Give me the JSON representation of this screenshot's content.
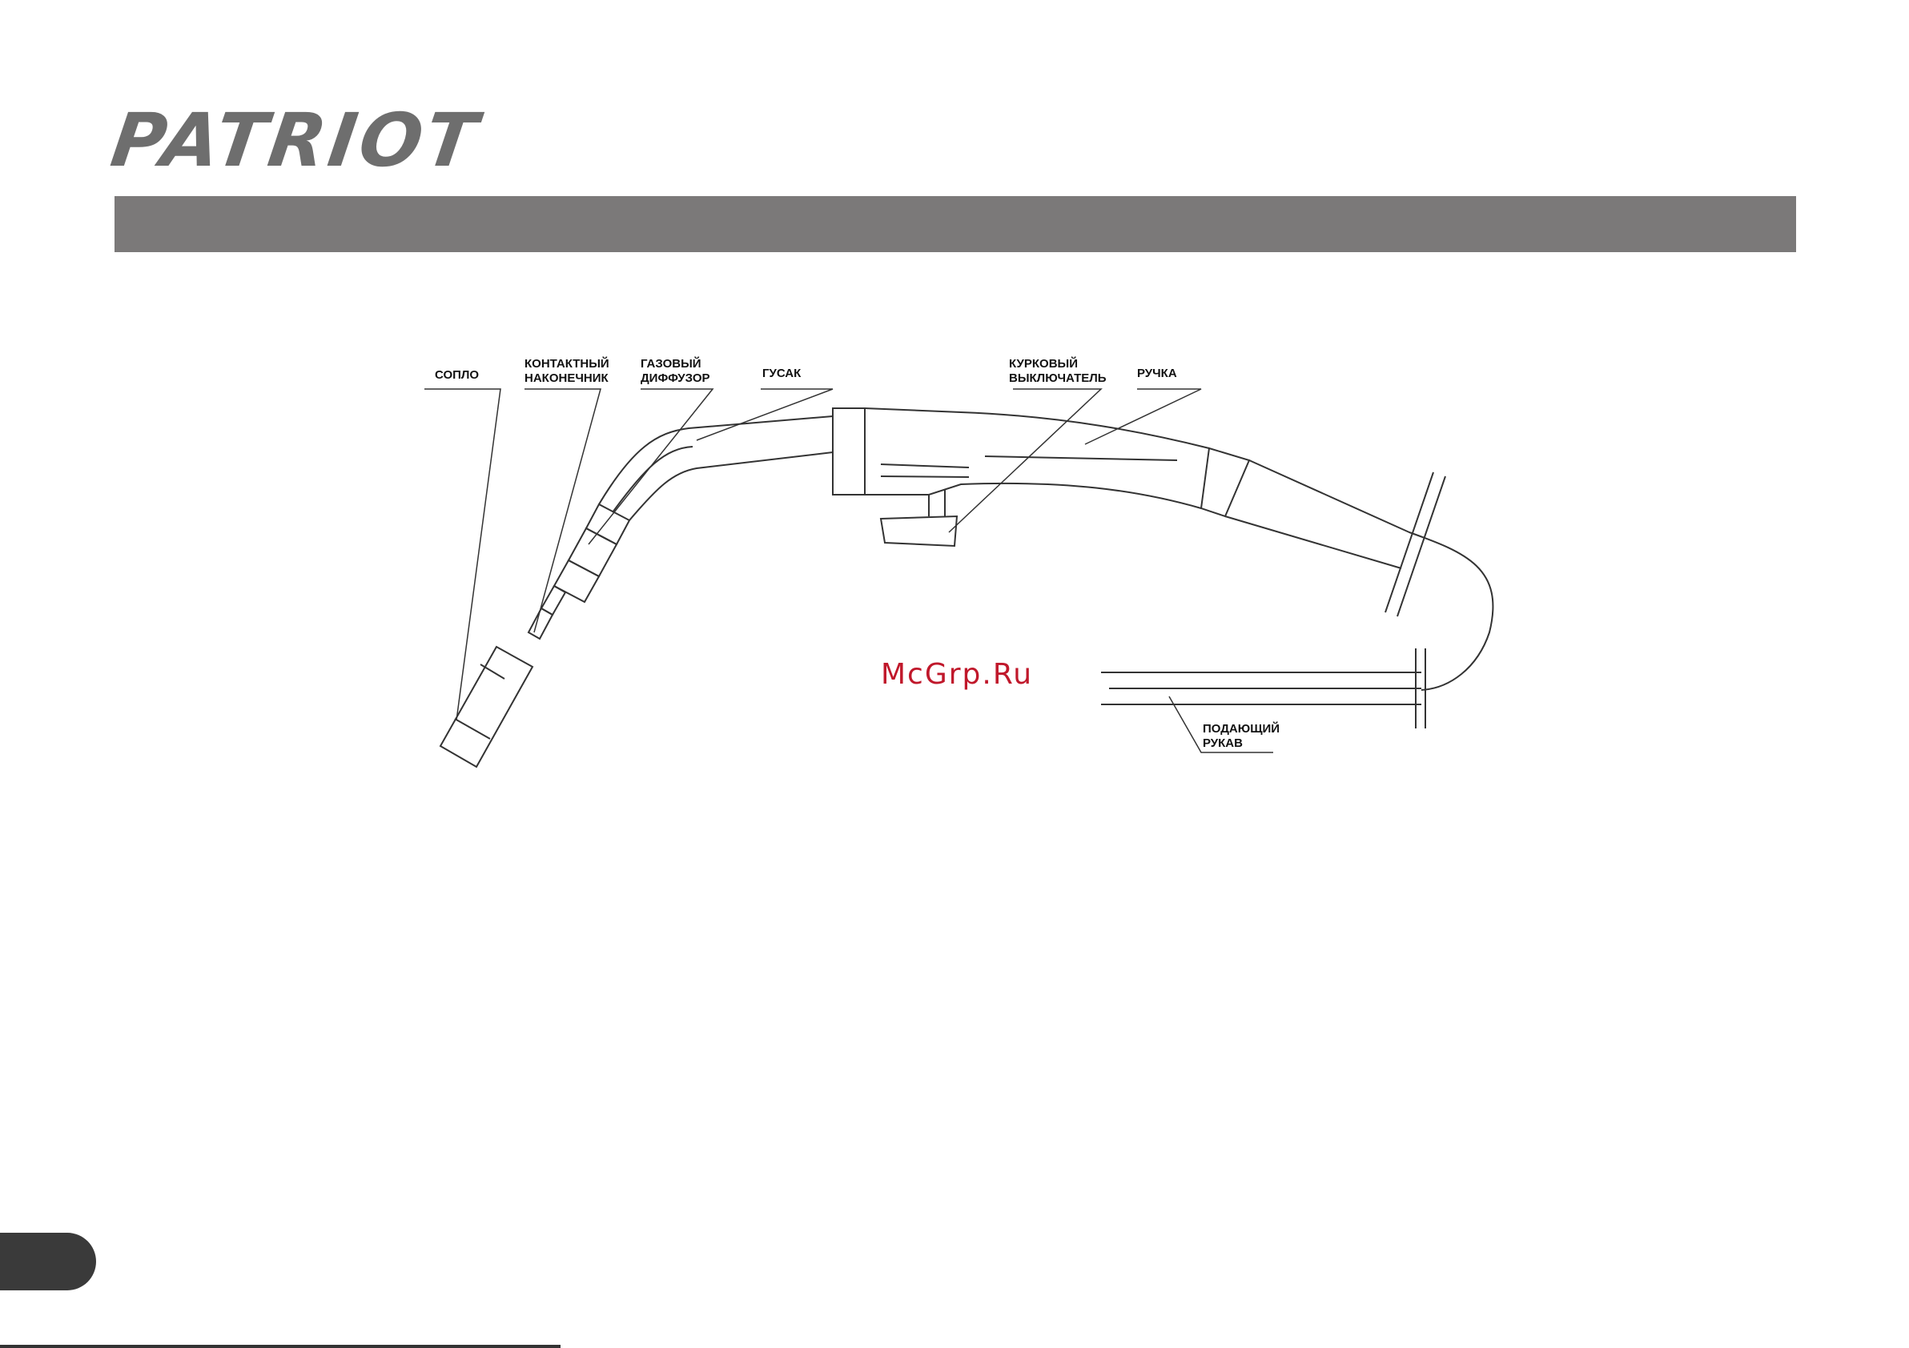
{
  "brand": {
    "logo_text": "PATRIOT"
  },
  "colors": {
    "header_bar": "#7b7979",
    "logo": "#6e6e6e",
    "watermark": "#c0182b",
    "line": "#333333",
    "page_tab": "#3a3a3a"
  },
  "labels": {
    "nozzle": "СОПЛО",
    "contact_tip": "КОНТАКТНЫЙ\nНАКОНЕЧНИК",
    "gas_diffuser": "ГАЗОВЫЙ\nДИФФУЗОР",
    "gooseneck": "ГУСАК",
    "trigger": "КУРКОВЫЙ\nВЫКЛЮЧАТЕЛЬ",
    "handle": "РУЧКА",
    "feed_hose": "ПОДАЮЩИЙ\nРУКАВ"
  },
  "watermark": "McGrp.Ru"
}
